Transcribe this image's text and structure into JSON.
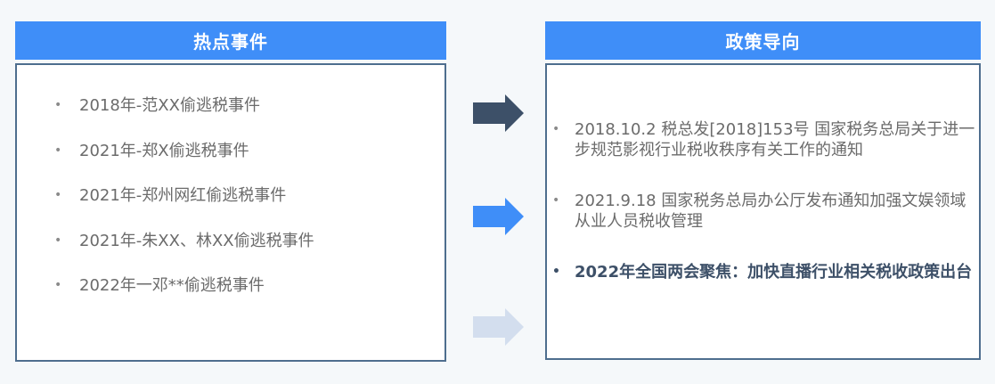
{
  "left": {
    "title": "热点事件",
    "items": [
      "2018年-范XX偷逃税事件",
      "2021年-郑X偷逃税事件",
      "2021年-郑州网红偷逃税事件",
      "2021年-朱XX、林XX偷逃税事件",
      "2022年一邓**偷逃税事件"
    ]
  },
  "right": {
    "title": "政策导向",
    "items": [
      "2018.10.2 税总发[2018]153号 国家税务总局关于进一步规范影视行业税收秩序有关工作的通知",
      "2021.9.18  国家税务总局办公厅发布通知加强文娱领域从业人员税收管理",
      "2022年全国两会聚焦：加快直播行业相关税收政策出台"
    ]
  },
  "bullet": "•",
  "colors": {
    "header": "#3f8ef8",
    "border": "#4e6e8e",
    "arrow_dark": "#3d5068",
    "arrow_blue": "#3f8ef8",
    "arrow_light": "#d3deee",
    "highlight_text": "#3d5068"
  }
}
